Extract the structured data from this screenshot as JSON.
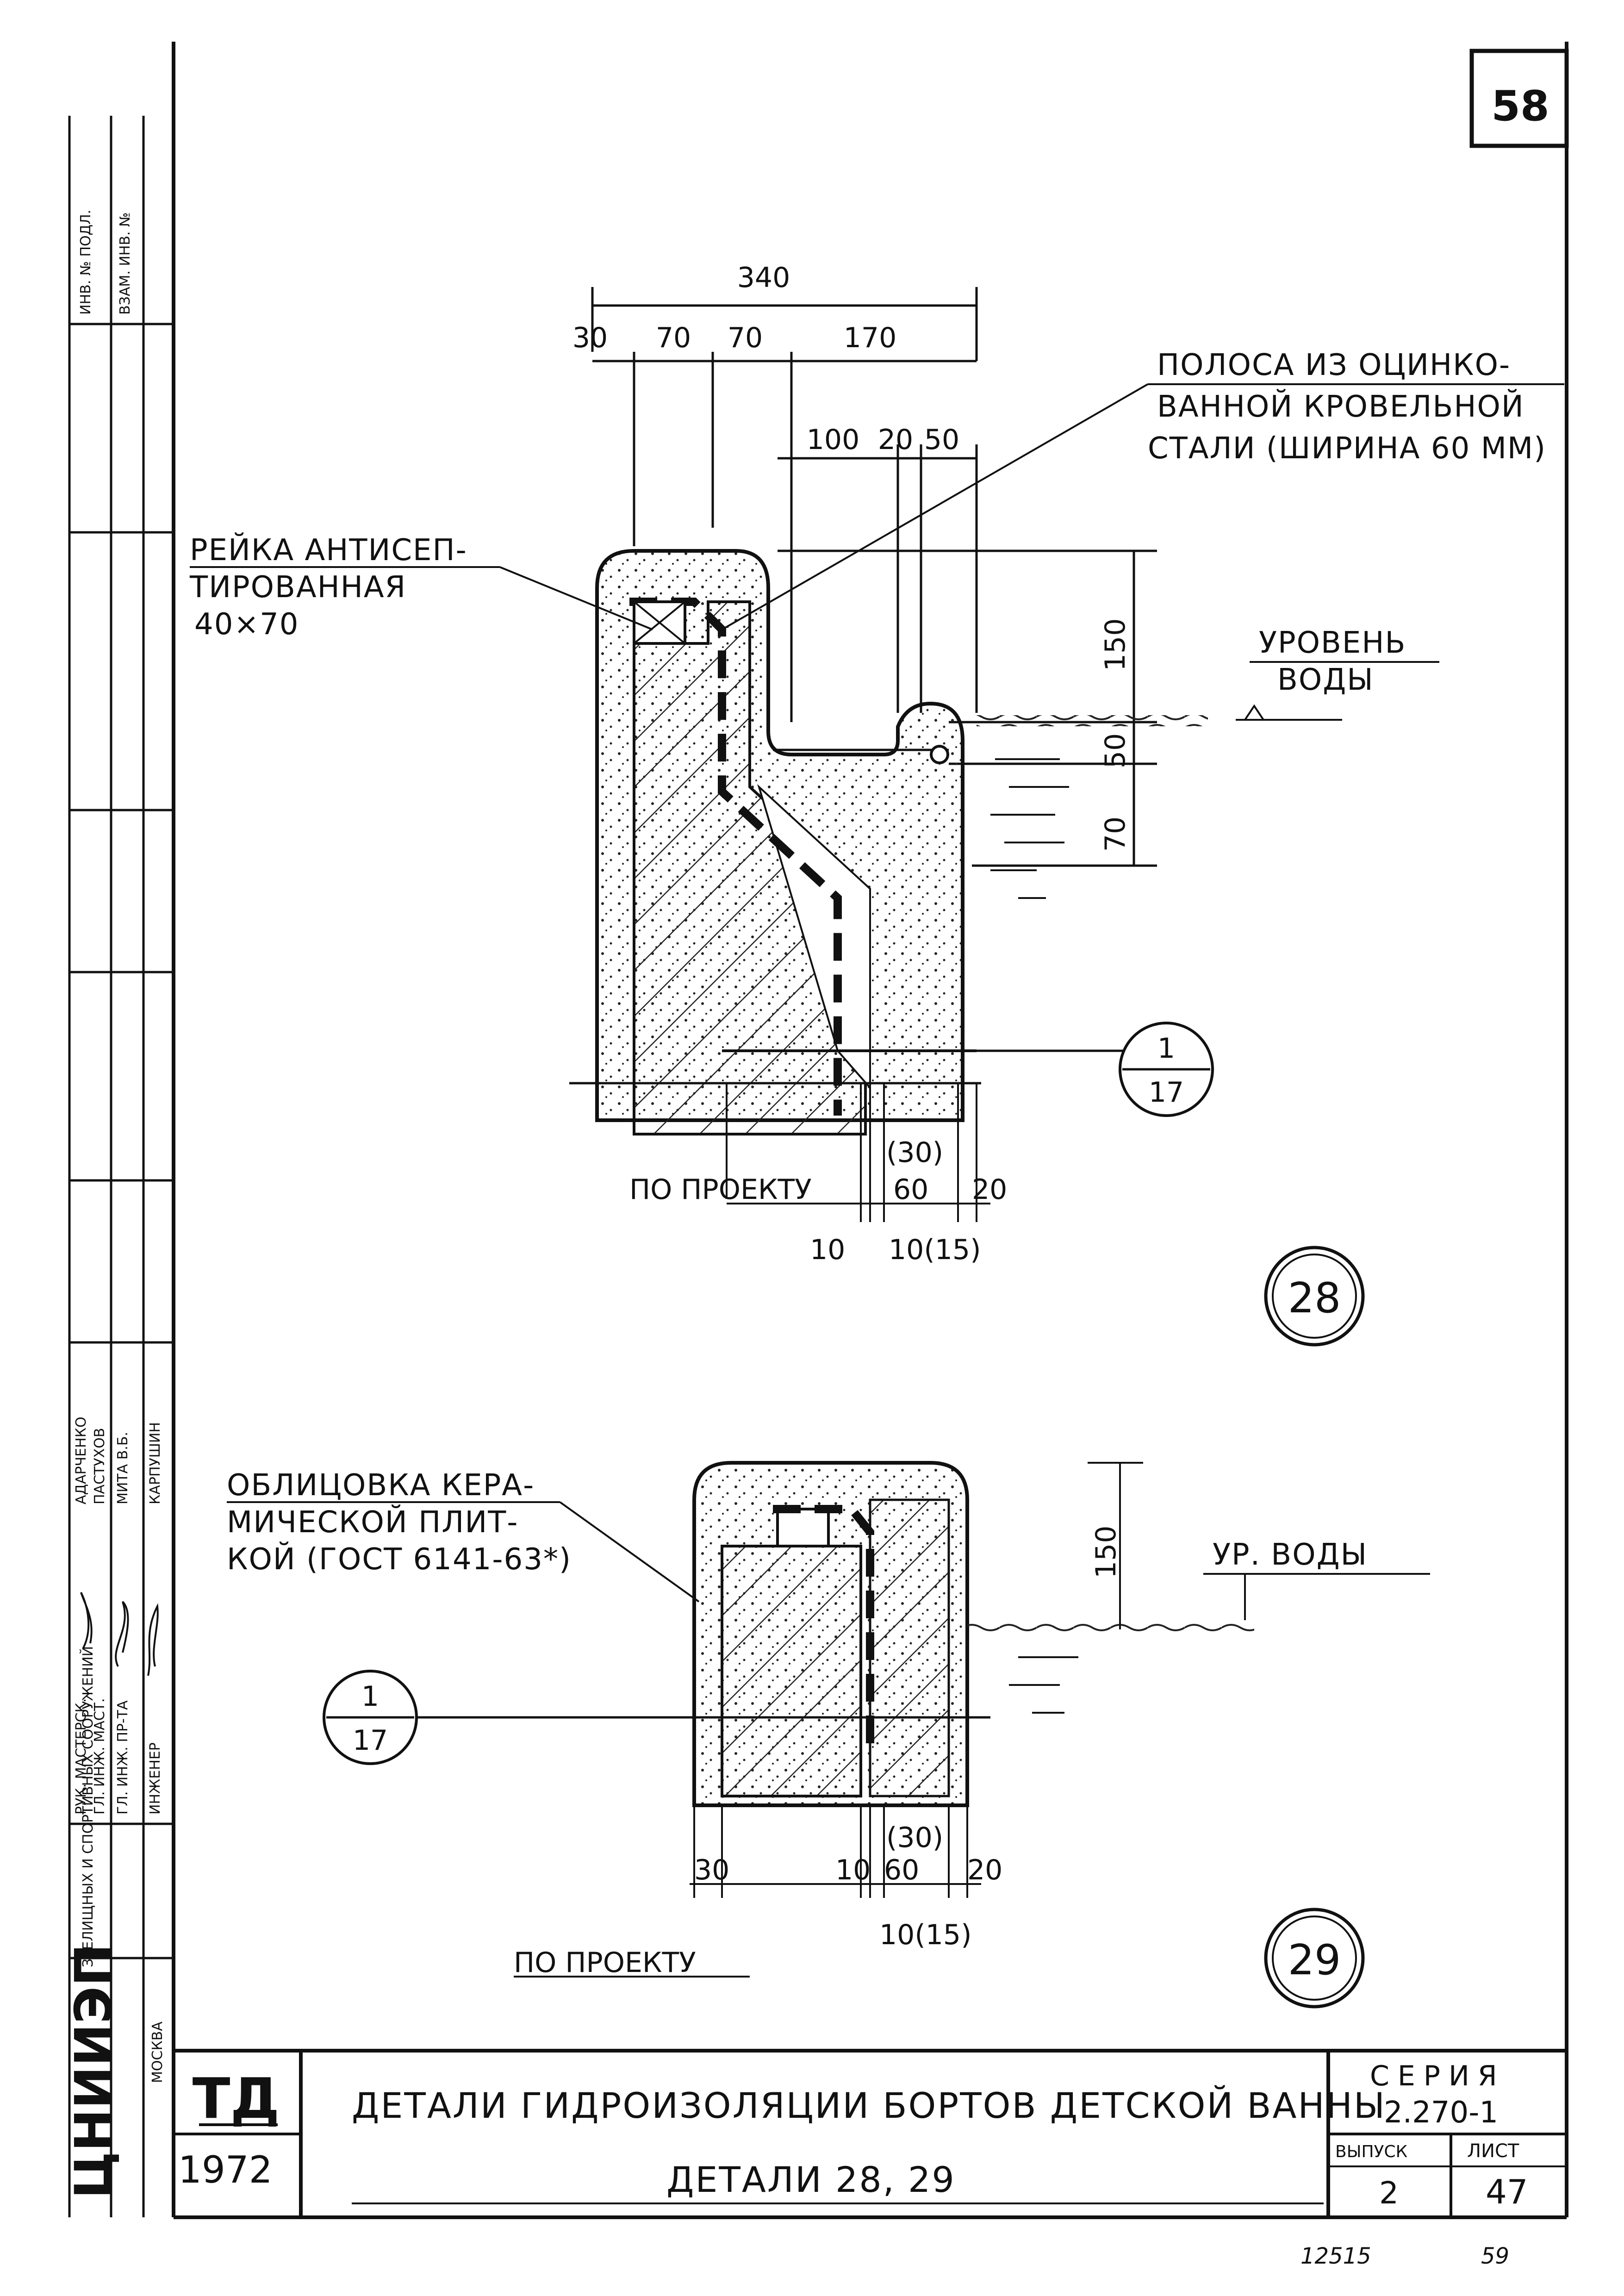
{
  "sheet": {
    "number": "58",
    "tail_code": "12515",
    "tail_page": "59"
  },
  "detail28": {
    "id": "28",
    "label_strip_lines": [
      "ПОЛОСА ИЗ ОЦИНКО-",
      "ВАННОЙ КРОВЕЛЬНОЙ",
      "СТАЛИ (ШИРИНА 60 ММ)"
    ],
    "label_batten_lines": [
      "РЕЙКА АНТИСЕП-",
      "ТИРОВАННАЯ",
      "40×70"
    ],
    "label_water_lines": [
      "УРОВЕНЬ",
      "ВОДЫ"
    ],
    "dims_top": [
      "340",
      "30",
      "70",
      "70",
      "170",
      "100",
      "20",
      "50"
    ],
    "dims_right": [
      "150",
      "50",
      "70"
    ],
    "dims_bottom": [
      "ПО ПРОЕКТУ",
      "(30)",
      "60",
      "20",
      "10",
      "10(15)"
    ],
    "section_ref": {
      "num": "1",
      "den": "17"
    }
  },
  "detail29": {
    "id": "29",
    "label_tile_lines": [
      "ОБЛИЦОВКА КЕРА-",
      "МИЧЕСКОЙ ПЛИТ-",
      "КОЙ (ГОСТ 6141-63*)"
    ],
    "label_water": "УР. ВОДЫ",
    "dims_right": [
      "150"
    ],
    "dims_bottom": [
      "30",
      "10",
      "(30)",
      "60",
      "20",
      "ПО ПРОЕКТУ",
      "10(15)"
    ],
    "section_ref": {
      "num": "1",
      "den": "17"
    }
  },
  "title_block": {
    "org_code": "ТД",
    "year": "1972",
    "title": "ДЕТАЛИ ГИДРОИЗОЛЯЦИИ БОРТОВ ДЕТСКОЙ ВАННЫ",
    "subtitle": "ДЕТАЛИ 28, 29",
    "series_label": "СЕРИЯ",
    "series_value": "2.270-1",
    "issue_label": "ВЫПУСК",
    "issue_value": "2",
    "sheet_label": "ЛИСТ",
    "sheet_value": "47"
  },
  "side_stamp": {
    "top_fields": [
      "ИНВ. № ПОДЛ.",
      "ВЗАМ. ИНВ. №"
    ],
    "roles": [
      "РУК. МАСТЕРСК.",
      "ГЛ. ИНЖ. МАСТ.",
      "ГЛ. ИНЖ. ПР-ТА",
      "ИНЖЕНЕР"
    ],
    "names": [
      "АДАРЧЕНКО",
      "ПАСТУХОВ",
      "МИТА В.Б.",
      "КАРПУШИН"
    ],
    "org_lines": [
      "ЦНИИЭП",
      "ЗРЕЛИЩНЫХ И СПОРТИВНЫХ СООРУЖЕНИЙ",
      "МОСКВА"
    ]
  }
}
